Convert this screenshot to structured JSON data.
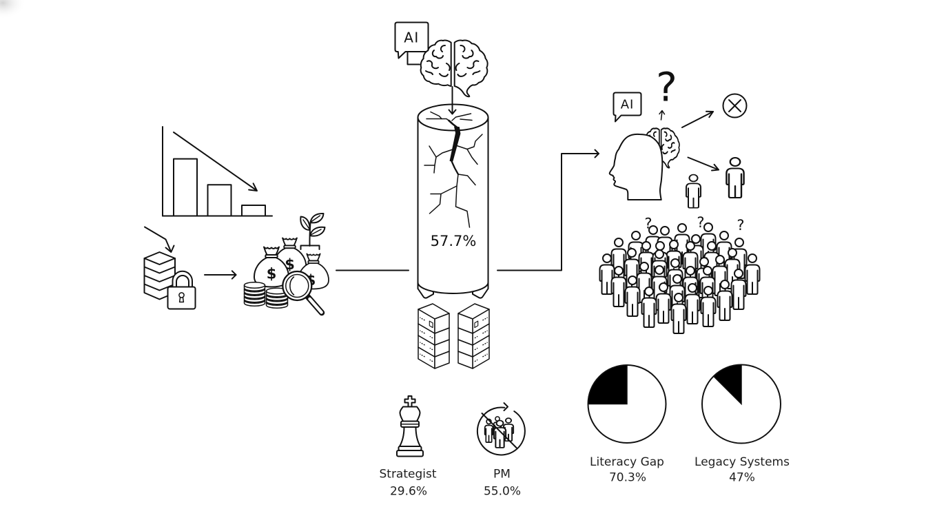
{
  "colors": {
    "ink": "#111111",
    "background": "#ffffff",
    "wedge": "#000000"
  },
  "trend_chart": {
    "icon": "declining-bar-chart-icon",
    "trend": "decreasing",
    "bar_fractions_of_axis": [
      0.64,
      0.35,
      0.12
    ]
  },
  "secure_data": {
    "icon": "database-with-padlock-icon"
  },
  "investment": {
    "icon": "money-bags-with-magnifier-icon",
    "growth_icon": "sprouting-plant-icon",
    "currency_symbol": "$"
  },
  "core": {
    "ai_badge": "AI",
    "source_icon": "brain-icon",
    "icon": "cracked-cylinder-icon",
    "value": "57.7%",
    "base_icon": "server-stack-icon"
  },
  "outcome": {
    "ai_badge": "AI",
    "icon": "head-with-brain-icon",
    "question": "?",
    "rejected_icon": "x-circle-icon",
    "person_icon": "person-icon"
  },
  "crowd": {
    "icon": "confused-crowd-icon",
    "question_marks": [
      "?",
      "?",
      "?"
    ]
  },
  "roles": [
    {
      "icon": "chess-king-icon",
      "label": "Strategist",
      "value": "29.6%"
    },
    {
      "icon": "no-project-manager-icon",
      "label": "PM",
      "value": "55.0%"
    }
  ],
  "pies": [
    {
      "label": "Literacy Gap",
      "value": "70.3%",
      "wedge_fraction": 0.25
    },
    {
      "label": "Legacy Systems",
      "value": "47%",
      "wedge_fraction": 0.125
    }
  ]
}
